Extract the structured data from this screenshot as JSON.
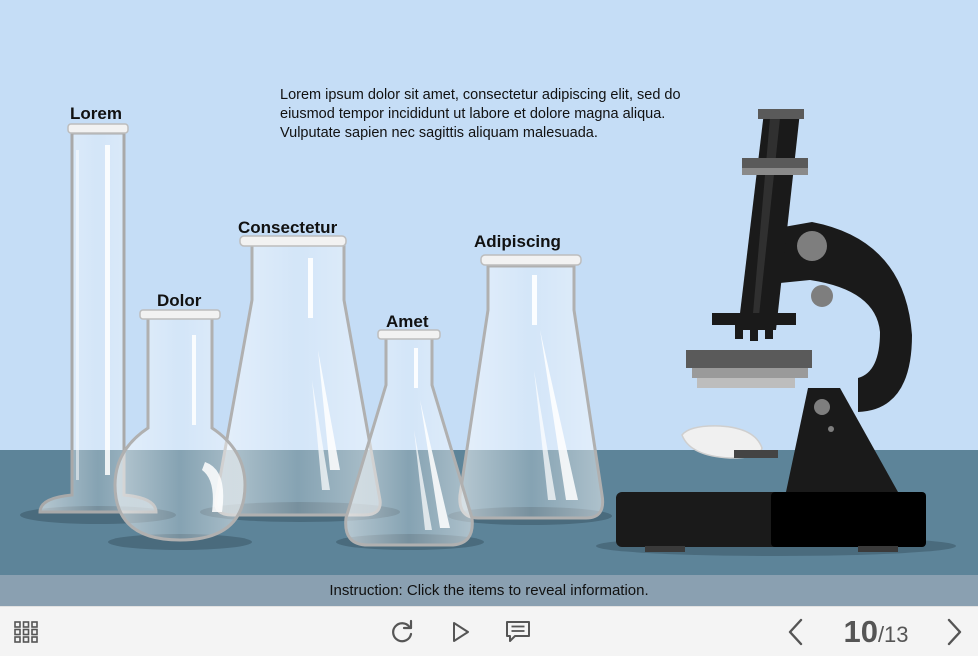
{
  "colors": {
    "sky": "#c5ddf6",
    "table": "#5d8499",
    "instruction_bar": "#8aa0b1",
    "toolbar": "#f4f4f4",
    "icon": "#555555",
    "microscope": "#1a1a1a"
  },
  "content": {
    "body_text": "Lorem ipsum dolor sit amet, consectetur adipiscing elit, sed do eiusmod tempor incididunt ut labore et dolore magna aliqua. Vulputate sapien nec sagittis aliquam malesuada."
  },
  "items": {
    "lorem": {
      "label": "Lorem",
      "icon": "graduated-cylinder-icon"
    },
    "dolor": {
      "label": "Dolor",
      "icon": "round-bottom-flask-icon"
    },
    "consectetur": {
      "label": "Consectetur",
      "icon": "erlenmeyer-flask-icon"
    },
    "amet": {
      "label": "Amet",
      "icon": "erlenmeyer-flask-icon"
    },
    "adipiscing": {
      "label": "Adipiscing",
      "icon": "erlenmeyer-flask-icon"
    },
    "microscope": {
      "icon": "microscope-icon"
    }
  },
  "instruction": "Instruction: Click the items to reveal information.",
  "toolbar": {
    "menu_icon": "grid-menu-icon",
    "replay_icon": "replay-icon",
    "play_icon": "play-icon",
    "notes_icon": "notes-icon",
    "prev_icon": "chevron-left-icon",
    "next_icon": "chevron-right-icon",
    "page_current": "10",
    "page_total": "/13"
  }
}
